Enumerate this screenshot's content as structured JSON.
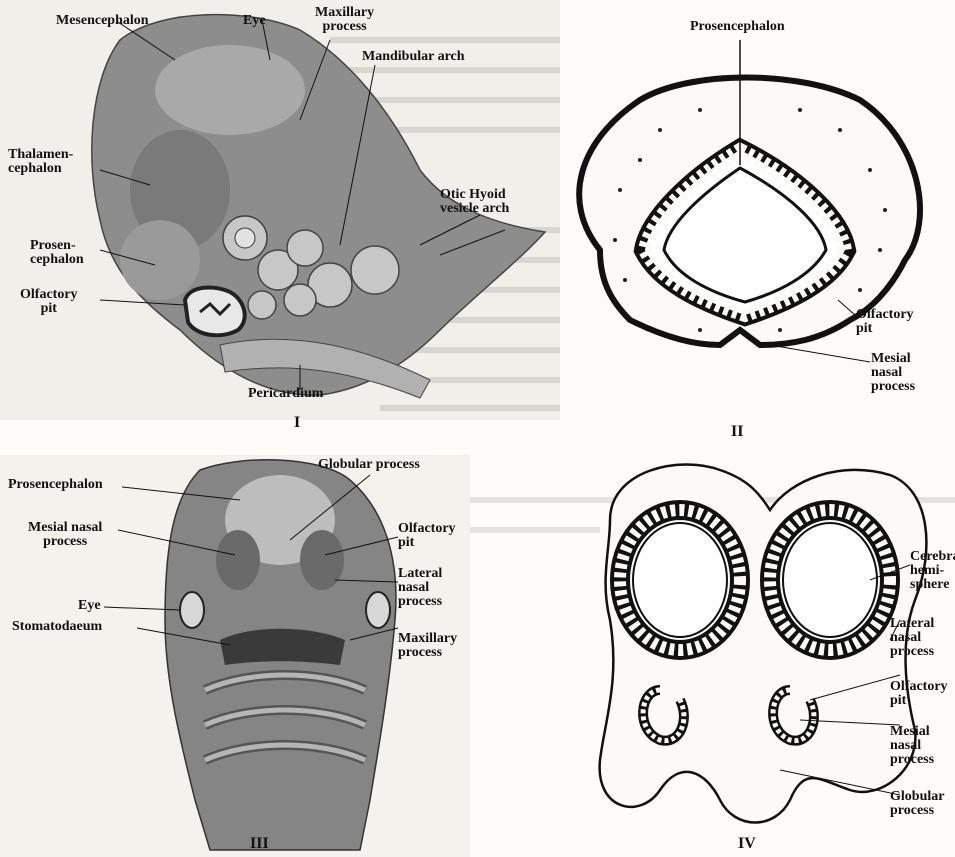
{
  "figures": {
    "I": {
      "numeral": "I",
      "labels": {
        "mesencephalon": "Mesencephalon",
        "eye": "Eye",
        "maxillary_process": "Maxillary\nprocess",
        "mandibular_arch": "Mandibular arch",
        "otic_hyoid": "Otic Hyoid\nvesicle arch",
        "thalamencephalon": "Thalamen-\ncephalon",
        "prosencephalon": "Prosen-\ncephalon",
        "olfactory_pit": "Olfactory\npit",
        "pericardium": "Pericardium"
      }
    },
    "II": {
      "numeral": "II",
      "labels": {
        "prosencephalon": "Prosencephalon",
        "olfactory_pit": "Olfactory\npit",
        "mesial_nasal_process": "Mesial\nnasal\nprocess"
      }
    },
    "III": {
      "numeral": "III",
      "labels": {
        "prosencephalon": "Prosencephalon",
        "globular_process": "Globular process",
        "mesial_nasal_process": "Mesial nasal\nprocess",
        "olfactory_pit": "Olfactory\npit",
        "lateral_nasal_process": "Lateral\nnasal\nprocess",
        "eye": "Eye",
        "stomatodaeum": "Stomatodaeum",
        "maxillary_process": "Maxillary\nprocess"
      }
    },
    "IV": {
      "numeral": "IV",
      "labels": {
        "cerebral_hemisphere": "Cerebral\nhemi-\nsphere",
        "lateral_nasal_process": "Lateral\nnasal\nprocess",
        "olfactory_pit": "Olfactory\npit",
        "mesial_nasal_process": "Mesial\nnasal\nprocess",
        "globular_process": "Globular\nprocess"
      }
    }
  },
  "colors": {
    "ink": "#111111",
    "paper": "#fdfcf8",
    "shade_dark": "#6e6e6e",
    "shade_mid": "#9c9c9c",
    "shade_light": "#c9c9c9"
  }
}
